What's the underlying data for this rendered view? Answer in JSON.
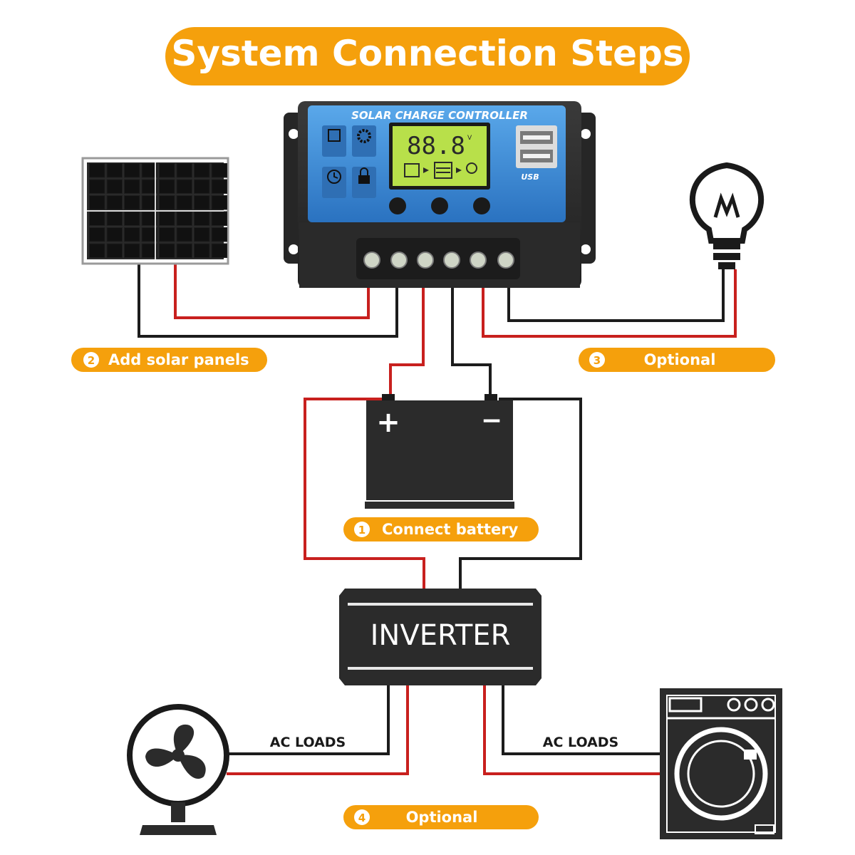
{
  "title": "System Connection Steps",
  "controller": {
    "brand": "SOLAR CHARGE CONTROLLER",
    "display_value": "88.8",
    "display_unit": "V",
    "usb_label": "USB"
  },
  "steps": {
    "solar": {
      "number": "2",
      "label": "Add solar panels"
    },
    "load": {
      "number": "3",
      "label": "Optional"
    },
    "battery": {
      "number": "1",
      "label": "Connect battery"
    },
    "ac": {
      "number": "4",
      "label": "Optional"
    }
  },
  "battery": {
    "plus": "+",
    "minus": "−"
  },
  "inverter": {
    "label": "INVERTER"
  },
  "ac_loads": {
    "left": "AC LOADS",
    "right": "AC LOADS"
  },
  "colors": {
    "orange": "#F5A00C",
    "red_wire": "#C8201E",
    "black_wire": "#1c1c1c",
    "device_dark": "#2b2b2b",
    "controller_blue": "#3d8fd6",
    "lcd_green": "#b8e04a"
  },
  "icons": [
    "solar-panel-icon",
    "light-bulb-icon",
    "battery-icon",
    "fan-icon",
    "washing-machine-icon"
  ]
}
